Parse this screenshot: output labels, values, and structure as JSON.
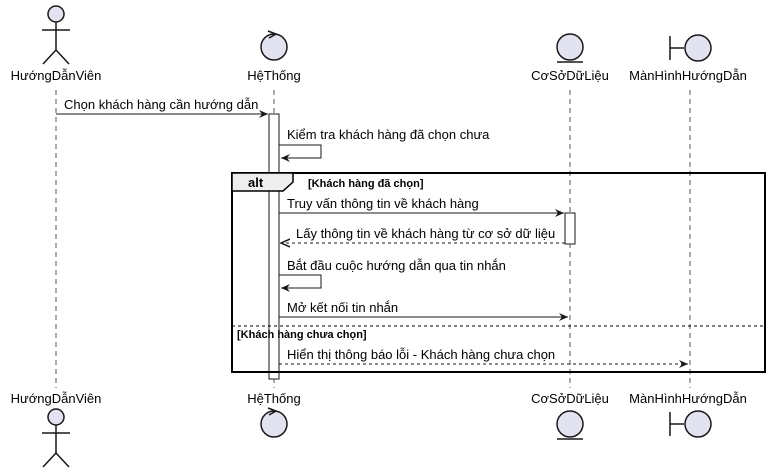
{
  "participants": [
    {
      "id": "guide",
      "name": "HướngDẫnViên",
      "kind": "actor"
    },
    {
      "id": "system",
      "name": "HệThống",
      "kind": "control"
    },
    {
      "id": "db",
      "name": "CơSởDữLiệu",
      "kind": "entity"
    },
    {
      "id": "screen",
      "name": "MànHìnhHướngDẫn",
      "kind": "boundary"
    }
  ],
  "messages": [
    {
      "id": "m1",
      "text": "Chọn khách hàng cần hướng dẫn",
      "from": "guide",
      "to": "system",
      "style": "solid"
    },
    {
      "id": "m2",
      "text": "Kiểm tra khách hàng đã chọn chưa",
      "from": "system",
      "to": "system",
      "style": "self"
    },
    {
      "id": "m3",
      "text": "Truy vấn thông tin về khách hàng",
      "from": "system",
      "to": "db",
      "style": "solid"
    },
    {
      "id": "m4",
      "text": "Lấy thông tin về khách hàng từ cơ sở dữ liệu",
      "from": "db",
      "to": "system",
      "style": "dashed"
    },
    {
      "id": "m5",
      "text": "Bắt đầu cuộc hướng dẫn qua tin nhắn",
      "from": "system",
      "to": "system",
      "style": "self"
    },
    {
      "id": "m6",
      "text": "Mở kết nối tin nhắn",
      "from": "system",
      "to": "db",
      "style": "solid"
    },
    {
      "id": "m7",
      "text": "Hiển thị thông báo lỗi - Khách hàng chưa chọn",
      "from": "system",
      "to": "screen",
      "style": "dashed"
    }
  ],
  "alt_fragment": {
    "keyword": "alt",
    "guard_main": "[Khách hàng đã chọn]",
    "guard_else": "[Khách hàng chưa chọn]"
  }
}
